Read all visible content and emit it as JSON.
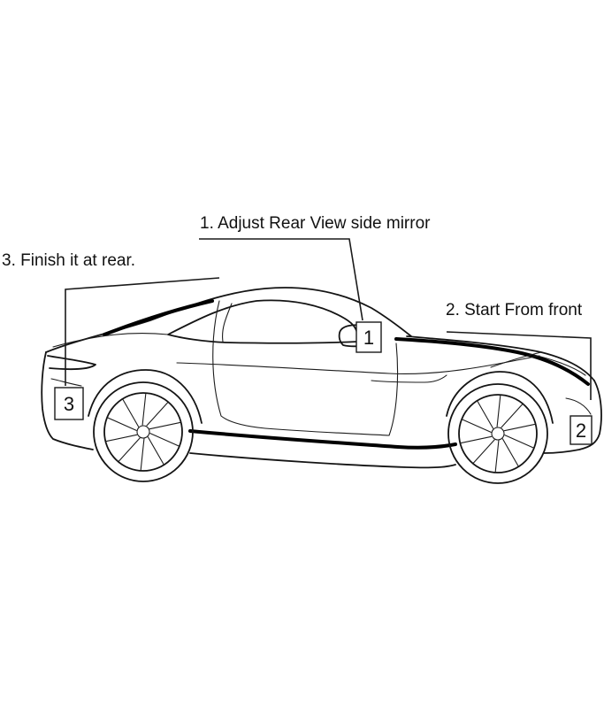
{
  "annotations": {
    "mirror": {
      "text": "1. Adjust Rear View side mirror",
      "marker": "1"
    },
    "front": {
      "text": "2. Start From front",
      "marker": "2"
    },
    "rear": {
      "text": "3. Finish it at rear.",
      "marker": "3"
    }
  },
  "colors": {
    "line": "#141414",
    "background": "#ffffff"
  }
}
